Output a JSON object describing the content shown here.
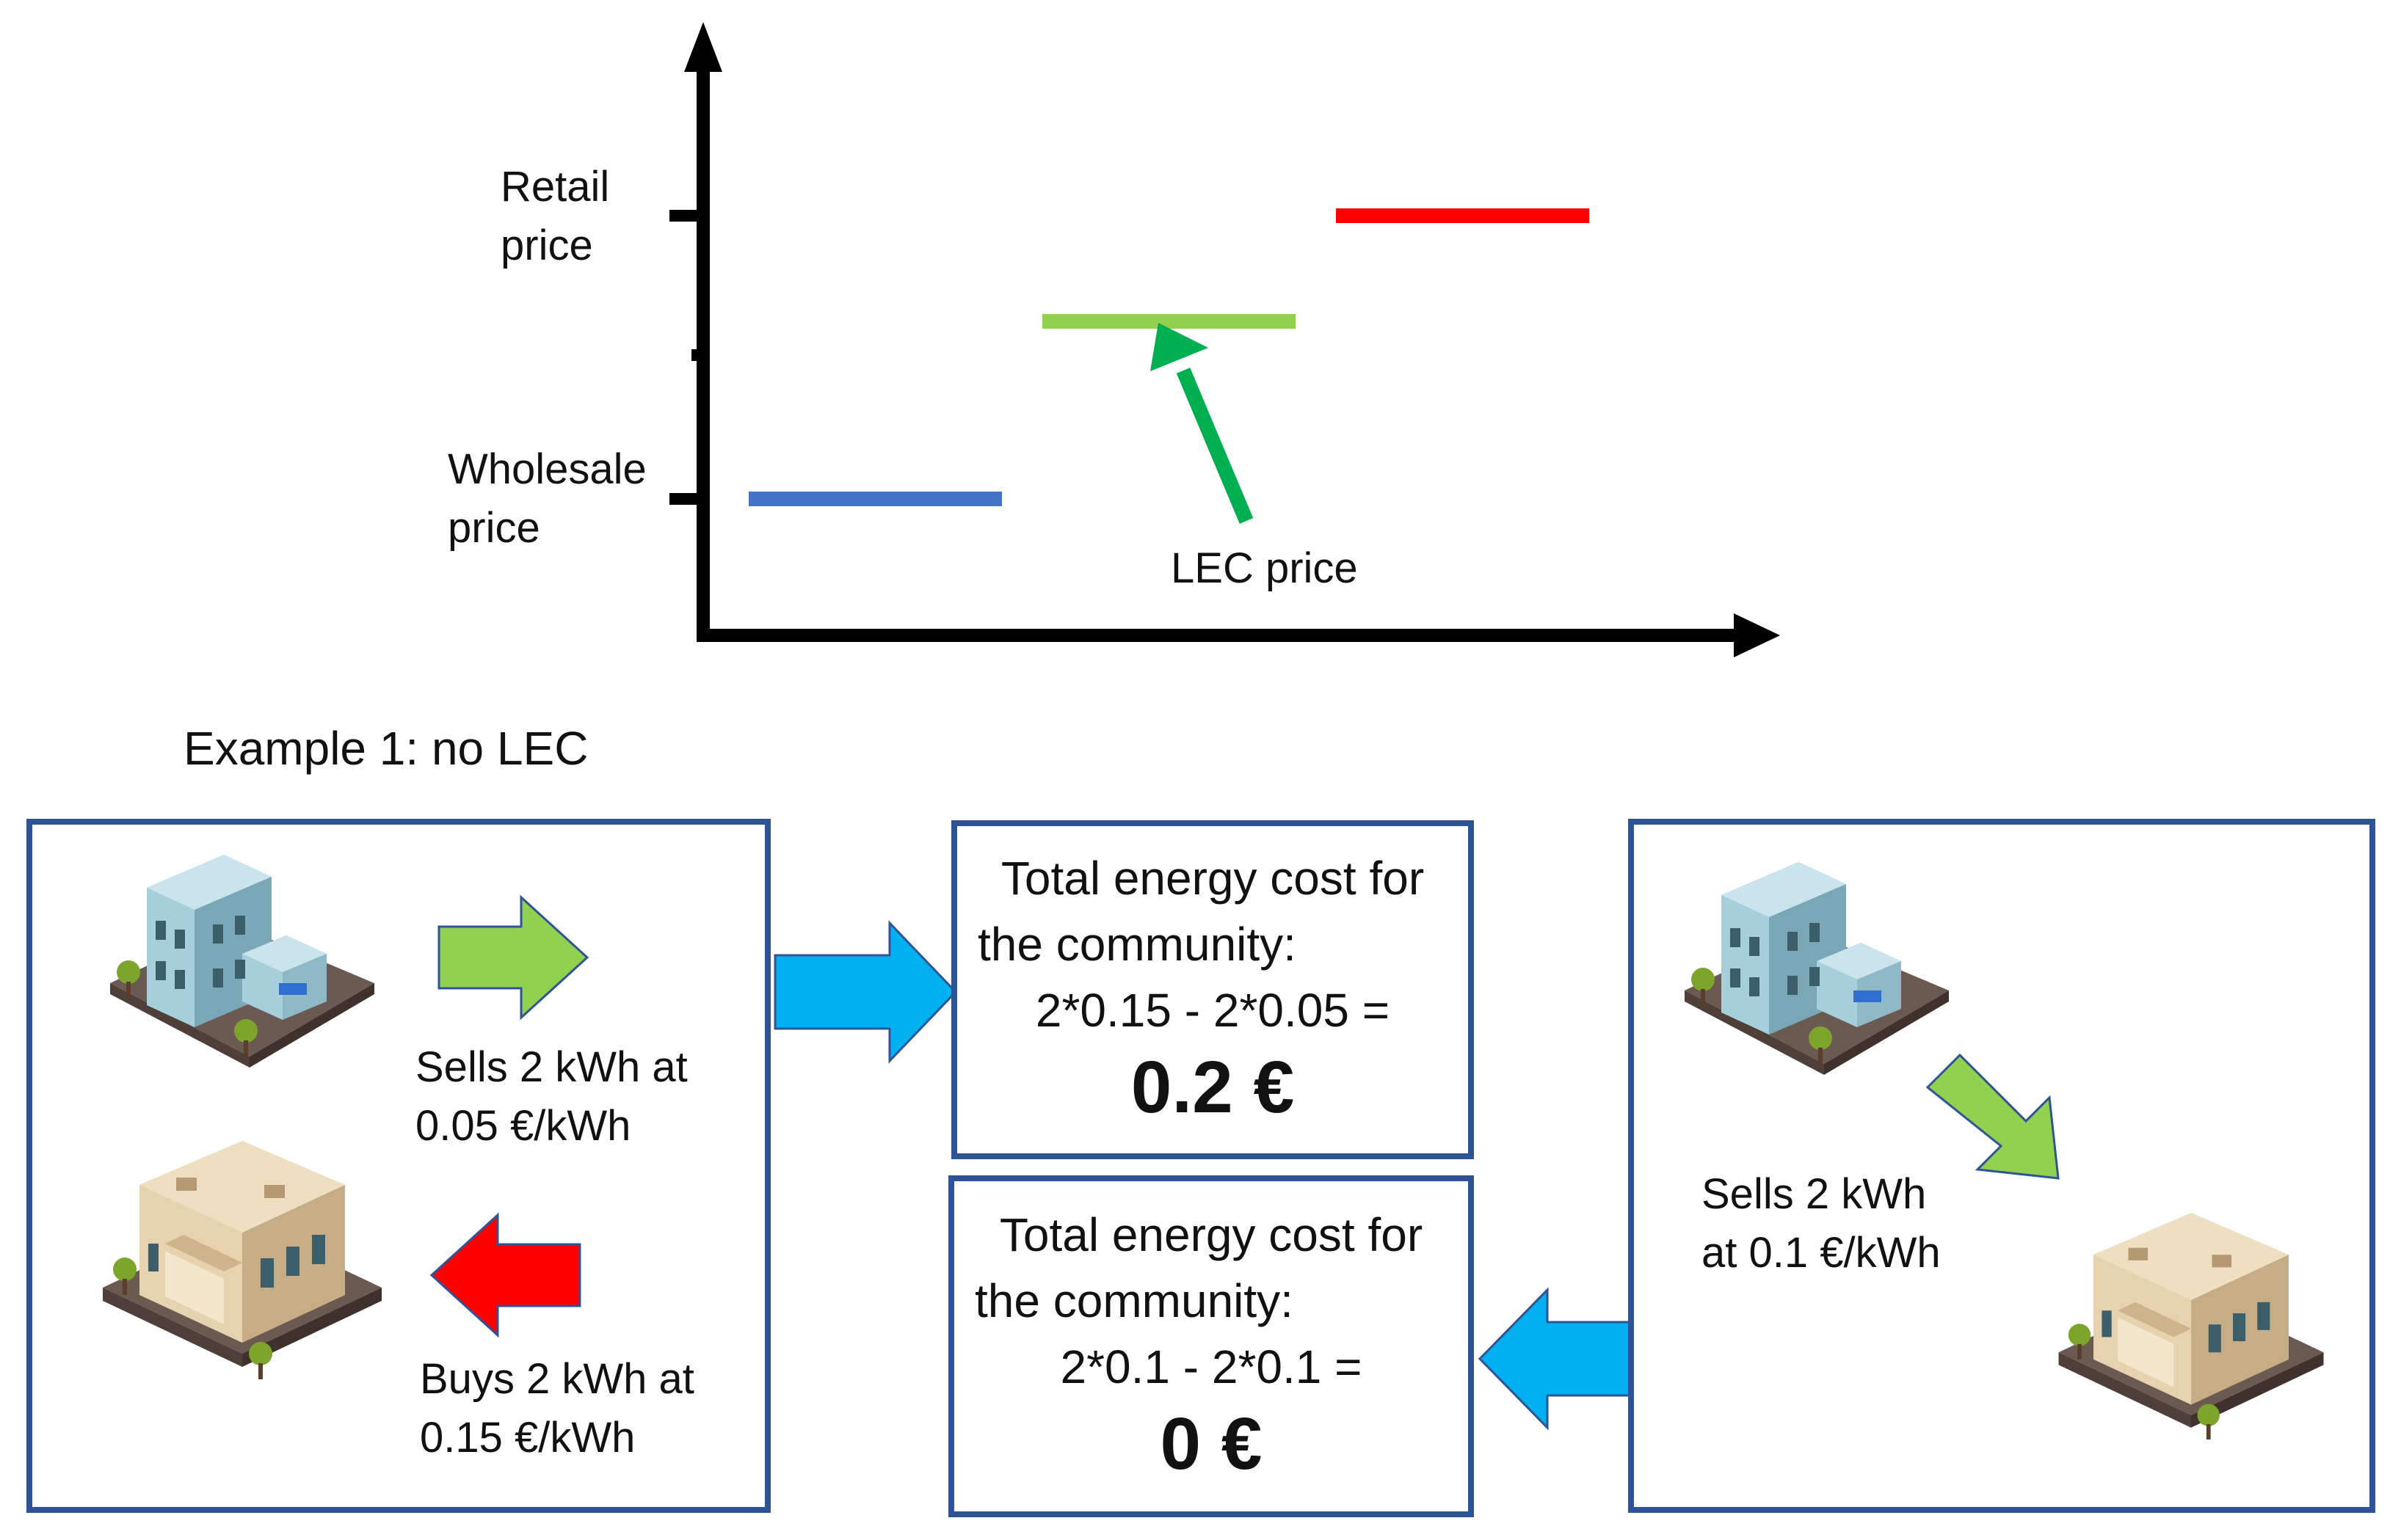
{
  "chart": {
    "y_labels": {
      "retail_line1": "Retail",
      "retail_line2": "price",
      "wholesale_line1": "Wholesale",
      "wholesale_line2": "price"
    },
    "lec_label": "LEC price"
  },
  "chart_data": {
    "type": "line",
    "series": [
      {
        "name": "Wholesale price",
        "level": 0.05,
        "color": "#4472C4"
      },
      {
        "name": "LEC price",
        "level": 0.1,
        "color": "#92D050"
      },
      {
        "name": "Retail price",
        "level": 0.15,
        "color": "#FF0000"
      }
    ],
    "xlabel": "",
    "ylabel": ""
  },
  "example_title": "Example 1: no LEC",
  "left_panel": {
    "sell_line1": "Sells 2 kWh at",
    "sell_line2": "0.05 €/kWh",
    "buy_line1": "Buys 2 kWh at",
    "buy_line2": "0.15 €/kWh"
  },
  "cost_top": {
    "line1": "Total energy cost for",
    "line2": "the community:",
    "formula": "2*0.15 - 2*0.05 =",
    "result": "0.2 €"
  },
  "cost_bottom": {
    "line1": "Total energy cost for",
    "line2": "the community:",
    "formula": "2*0.1 - 2*0.1 =",
    "result": "0 €"
  },
  "right_panel": {
    "sell_line1": "Sells 2 kWh",
    "sell_line2": "at 0.1 €/kWh"
  },
  "colors": {
    "box_border": "#2F5496",
    "green_arrow": "#92D050",
    "red_arrow": "#FF0000",
    "blue_arrow": "#00B0F0",
    "lec_pointer": "#00B050"
  }
}
